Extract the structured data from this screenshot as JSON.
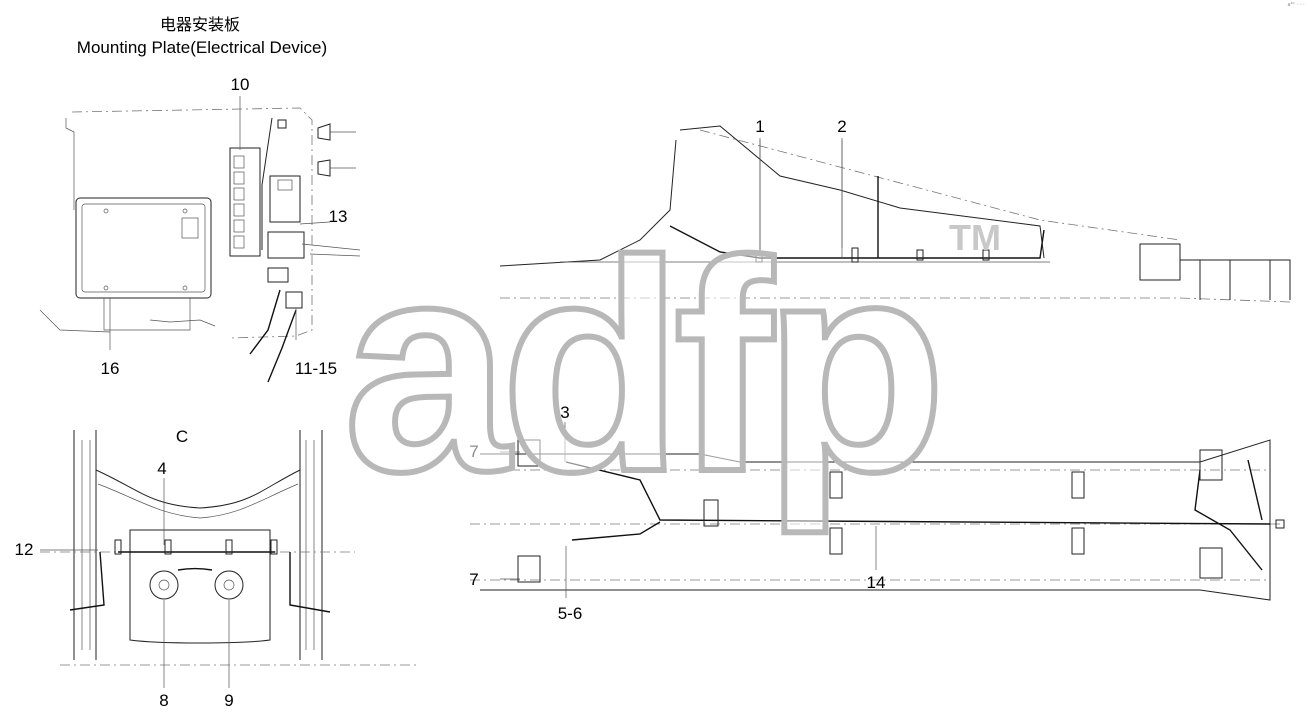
{
  "title": {
    "chinese": "电器安装板",
    "english": "Mounting Plate(Electrical Device)"
  },
  "view_label": "C",
  "callouts": [
    "1",
    "2",
    "3",
    "4",
    "5-6",
    "7",
    "7",
    "8",
    "9",
    "10",
    "11-15",
    "12",
    "13",
    "14",
    "16"
  ],
  "watermark": {
    "text": "adfp",
    "trademark": "TM"
  },
  "corner_mark": "a⁴⁰ ◦◦◦"
}
